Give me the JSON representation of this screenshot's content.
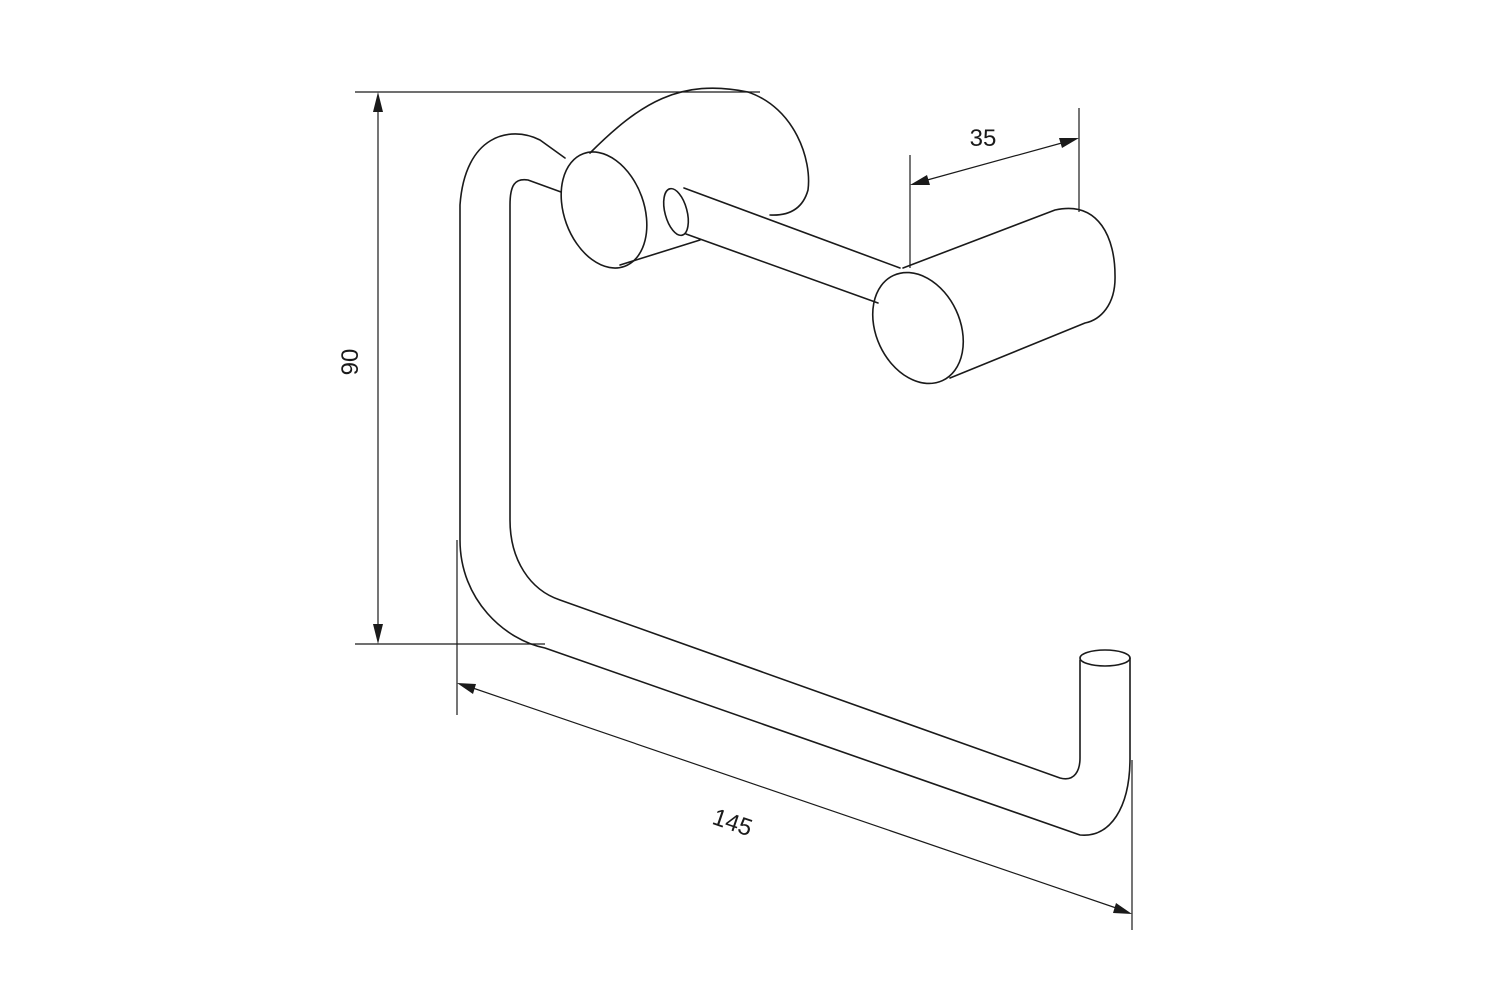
{
  "drawing": {
    "dimensions": {
      "height": "90",
      "width": "145",
      "depth": "35"
    },
    "colors": {
      "line": "#1a1a1a",
      "background": "#ffffff"
    }
  }
}
